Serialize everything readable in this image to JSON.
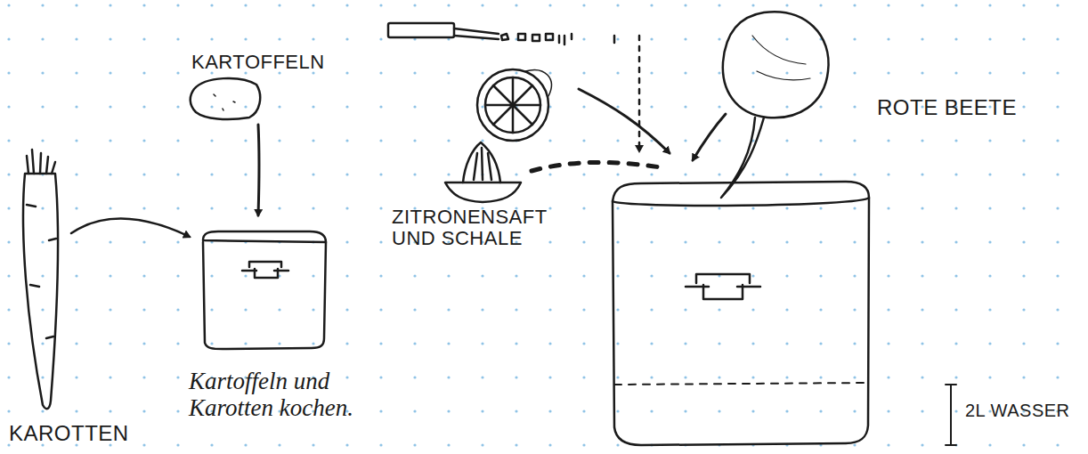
{
  "diagram": {
    "labels": [
      "KARTOFFELN",
      "KAROTTEN",
      "Kartoffeln und Karotten kochen.",
      "ZITRONENSAFT UND SCHALE",
      "ROTE BEETE",
      "2L WASSER"
    ]
  }
}
